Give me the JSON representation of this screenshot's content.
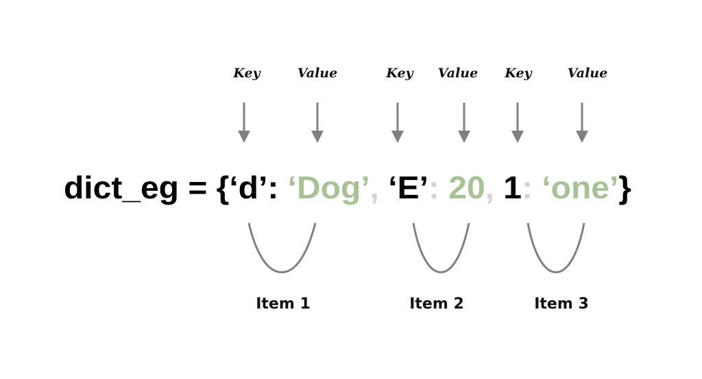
{
  "colors": {
    "key": "#000000",
    "value": "#a7c295",
    "punct": "#d3d3d3",
    "arrow": "#808080"
  },
  "labels": {
    "key": "Key",
    "value": "Value"
  },
  "code": {
    "prefix": "dict_eg = {",
    "pairs": [
      {
        "key": "‘d’",
        "key_sep": ": ",
        "value": "‘Dog’",
        "trail": ", "
      },
      {
        "key": "‘E’",
        "key_sep": ": ",
        "value": "20",
        "trail": ", "
      },
      {
        "key": "1",
        "key_sep": ": ",
        "value": "‘one’",
        "trail": ""
      }
    ],
    "suffix": "}"
  },
  "items": [
    {
      "label": "Item 1"
    },
    {
      "label": "Item 2"
    },
    {
      "label": "Item 3"
    }
  ]
}
